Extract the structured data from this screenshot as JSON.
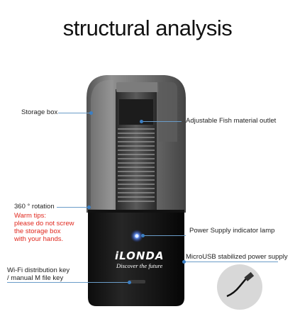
{
  "title": "structural analysis",
  "labels": {
    "storage_box": "Storage box",
    "fish_outlet": "Adjustable Fish material outlet",
    "rotation": "360 °  rotation",
    "warm_tips_1": "Warm tips:",
    "warm_tips_2": "please do not screw",
    "warm_tips_3": "the storage box",
    "warm_tips_4": "with your hands.",
    "power_lamp": "Power Supply indicator lamp",
    "micro_usb": "MicroUSB stabilized power supply",
    "wifi_key_1": "Wi-Fi distribution key",
    "wifi_key_2": "/ manual M file key"
  },
  "device": {
    "brand": "iLONDA",
    "slogan": "Discover the future"
  },
  "colors": {
    "leader_line": "#6a9cc8",
    "warning": "#e0281e",
    "indicator": "#2f6bff"
  }
}
